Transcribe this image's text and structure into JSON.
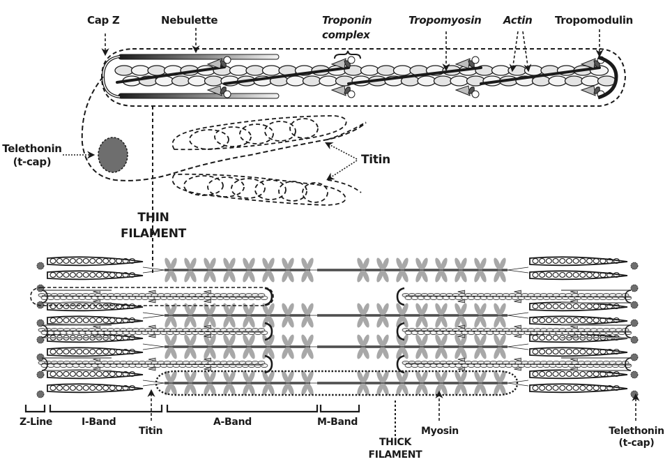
{
  "figure": {
    "title": "Sarcomere structure: thin filament, titin and thick filament",
    "colors": {
      "ink": "#1a1a1a",
      "actin_fill": "#e4e4e4",
      "actin_fill_light": "#f4f4f4",
      "troponin_light": "#bdbdbd",
      "troponin_dark": "#555555",
      "myosin_head": "#a8a8a8",
      "thick_shaft": "#6f6f6f",
      "telethonin": "#6e6e6e"
    }
  },
  "labels": {
    "cap_z": "Cap Z",
    "nebulette": "Nebulette",
    "troponin_line1": "Troponin",
    "troponin_line2": "complex",
    "tropomyosin": "Tropomyosin",
    "actin": "Actin",
    "tropomodulin": "Tropomodulin",
    "telethonin_top_line1": "Telethonin",
    "telethonin_top_line2": "(t-cap)",
    "titin_top": "Titin",
    "thin_line1": "THIN",
    "thin_line2": "FILAMENT",
    "z_line": "Z-Line",
    "i_band": "I-Band",
    "titin_bottom": "Titin",
    "a_band": "A-Band",
    "m_band": "M-Band",
    "thick_line1": "THICK",
    "thick_line2": "FILAMENT",
    "myosin": "Myosin",
    "telethonin_bottom_line1": "Telethonin",
    "telethonin_bottom_line2": "(t-cap)"
  }
}
